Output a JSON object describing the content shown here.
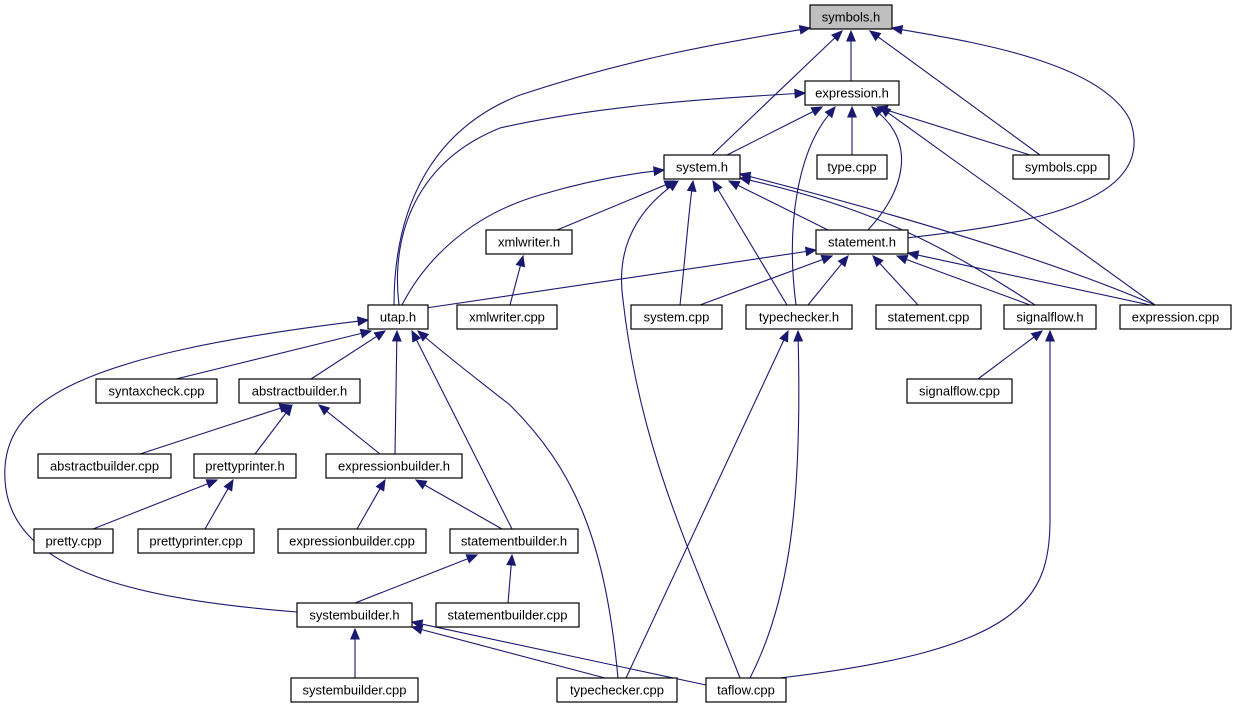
{
  "graph": {
    "nodes": {
      "symbols_h": "symbols.h",
      "expression_h": "expression.h",
      "system_h": "system.h",
      "type_cpp": "type.cpp",
      "symbols_cpp": "symbols.cpp",
      "xmlwriter_h": "xmlwriter.h",
      "statement_h": "statement.h",
      "utap_h": "utap.h",
      "xmlwriter_cpp": "xmlwriter.cpp",
      "system_cpp": "system.cpp",
      "typechecker_h": "typechecker.h",
      "statement_cpp": "statement.cpp",
      "signalflow_h": "signalflow.h",
      "expression_cpp": "expression.cpp",
      "syntaxcheck_cpp": "syntaxcheck.cpp",
      "abstractbuilder_h": "abstractbuilder.h",
      "signalflow_cpp": "signalflow.cpp",
      "abstractbuilder_cpp": "abstractbuilder.cpp",
      "prettyprinter_h": "prettyprinter.h",
      "expressionbuilder_h": "expressionbuilder.h",
      "pretty_cpp": "pretty.cpp",
      "prettyprinter_cpp": "prettyprinter.cpp",
      "expressionbuilder_cpp": "expressionbuilder.cpp",
      "statementbuilder_h": "statementbuilder.h",
      "systembuilder_h": "systembuilder.h",
      "statementbuilder_cpp": "statementbuilder.cpp",
      "systembuilder_cpp": "systembuilder.cpp",
      "typechecker_cpp": "typechecker.cpp",
      "taflow_cpp": "taflow.cpp"
    },
    "edges": [
      [
        "expression_h",
        "symbols_h"
      ],
      [
        "system_h",
        "symbols_h"
      ],
      [
        "symbols_cpp",
        "symbols_h"
      ],
      [
        "statement_h",
        "symbols_h"
      ],
      [
        "utap_h",
        "symbols_h"
      ],
      [
        "utap_h",
        "expression_h"
      ],
      [
        "system_h",
        "expression_h"
      ],
      [
        "type_cpp",
        "expression_h"
      ],
      [
        "symbols_cpp",
        "expression_h"
      ],
      [
        "typechecker_h",
        "expression_h"
      ],
      [
        "statement_h",
        "expression_h"
      ],
      [
        "expression_cpp",
        "expression_h"
      ],
      [
        "xmlwriter_h",
        "system_h"
      ],
      [
        "statement_h",
        "system_h"
      ],
      [
        "utap_h",
        "system_h"
      ],
      [
        "system_cpp",
        "system_h"
      ],
      [
        "typechecker_h",
        "system_h"
      ],
      [
        "signalflow_h",
        "system_h"
      ],
      [
        "expression_cpp",
        "system_h"
      ],
      [
        "taflow_cpp",
        "system_h"
      ],
      [
        "xmlwriter_cpp",
        "xmlwriter_h"
      ],
      [
        "utap_h",
        "statement_h"
      ],
      [
        "system_cpp",
        "statement_h"
      ],
      [
        "typechecker_h",
        "statement_h"
      ],
      [
        "statement_cpp",
        "statement_h"
      ],
      [
        "signalflow_h",
        "statement_h"
      ],
      [
        "expression_cpp",
        "statement_h"
      ],
      [
        "syntaxcheck_cpp",
        "utap_h"
      ],
      [
        "abstractbuilder_h",
        "utap_h"
      ],
      [
        "expressionbuilder_h",
        "utap_h"
      ],
      [
        "statementbuilder_h",
        "utap_h"
      ],
      [
        "systembuilder_h",
        "utap_h"
      ],
      [
        "typechecker_cpp",
        "utap_h"
      ],
      [
        "typechecker_cpp",
        "typechecker_h"
      ],
      [
        "taflow_cpp",
        "typechecker_h"
      ],
      [
        "signalflow_cpp",
        "signalflow_h"
      ],
      [
        "taflow_cpp",
        "signalflow_h"
      ],
      [
        "abstractbuilder_cpp",
        "abstractbuilder_h"
      ],
      [
        "prettyprinter_h",
        "abstractbuilder_h"
      ],
      [
        "expressionbuilder_h",
        "abstractbuilder_h"
      ],
      [
        "pretty_cpp",
        "prettyprinter_h"
      ],
      [
        "prettyprinter_cpp",
        "prettyprinter_h"
      ],
      [
        "expressionbuilder_cpp",
        "expressionbuilder_h"
      ],
      [
        "statementbuilder_h",
        "expressionbuilder_h"
      ],
      [
        "systembuilder_h",
        "statementbuilder_h"
      ],
      [
        "statementbuilder_cpp",
        "statementbuilder_h"
      ],
      [
        "systembuilder_cpp",
        "systembuilder_h"
      ],
      [
        "typechecker_cpp",
        "systembuilder_h"
      ],
      [
        "taflow_cpp",
        "systembuilder_h"
      ]
    ]
  }
}
